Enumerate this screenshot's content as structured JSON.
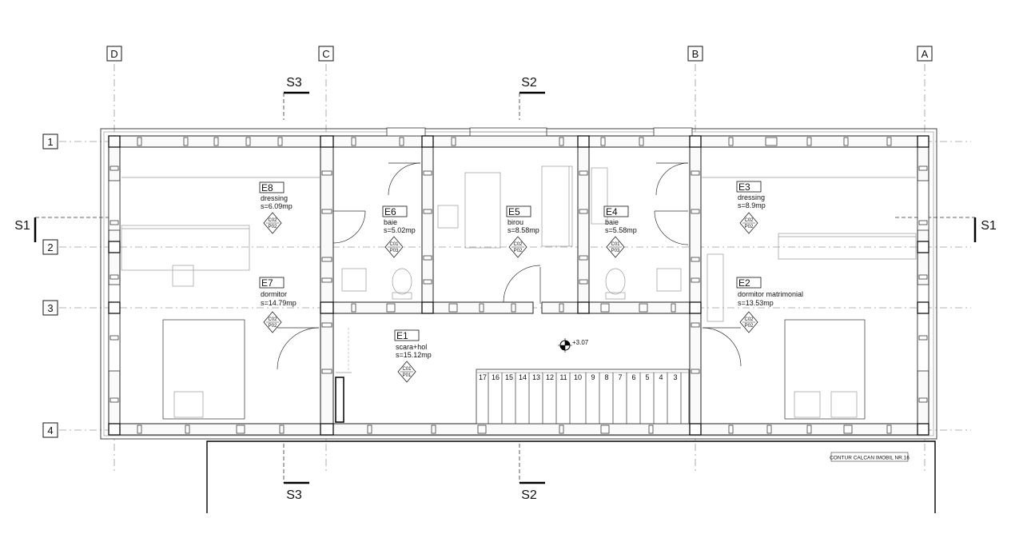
{
  "axes_letters": [
    "D",
    "C",
    "B",
    "A"
  ],
  "axes_numbers": [
    "1",
    "2",
    "3",
    "4"
  ],
  "sections": {
    "s1": "S1",
    "s2": "S2",
    "s3": "S3"
  },
  "rooms": [
    {
      "id": "E8",
      "name": "dressing",
      "area": "s=6.09mp"
    },
    {
      "id": "E7",
      "name": "dormitor",
      "area": "s=14.79mp"
    },
    {
      "id": "E6",
      "name": "baie",
      "area": "s=5.02mp"
    },
    {
      "id": "E5",
      "name": "birou",
      "area": "s=8.58mp"
    },
    {
      "id": "E4",
      "name": "baie",
      "area": "s=5.58mp"
    },
    {
      "id": "E3",
      "name": "dressing",
      "area": "s=8.9mp"
    },
    {
      "id": "E2",
      "name": "dormitor matrimonial",
      "area": "s=13.53mp"
    },
    {
      "id": "E1",
      "name": "scara+hol",
      "area": "s=15.12mp"
    }
  ],
  "finish_codes": {
    "dressing_bedroom": [
      "C02",
      "P02"
    ],
    "bath": [
      "C01",
      "P03"
    ],
    "office": [
      "C02",
      "P02"
    ],
    "hall": [
      "C01",
      "P01"
    ]
  },
  "level_mark": "+3.07",
  "stair_numbers": [
    "17",
    "16",
    "15",
    "14",
    "13",
    "12",
    "11",
    "10",
    "9",
    "8",
    "7",
    "6",
    "5",
    "4",
    "3"
  ],
  "boundary_label": "CONTUR CALCAN IMOBIL NR.16"
}
